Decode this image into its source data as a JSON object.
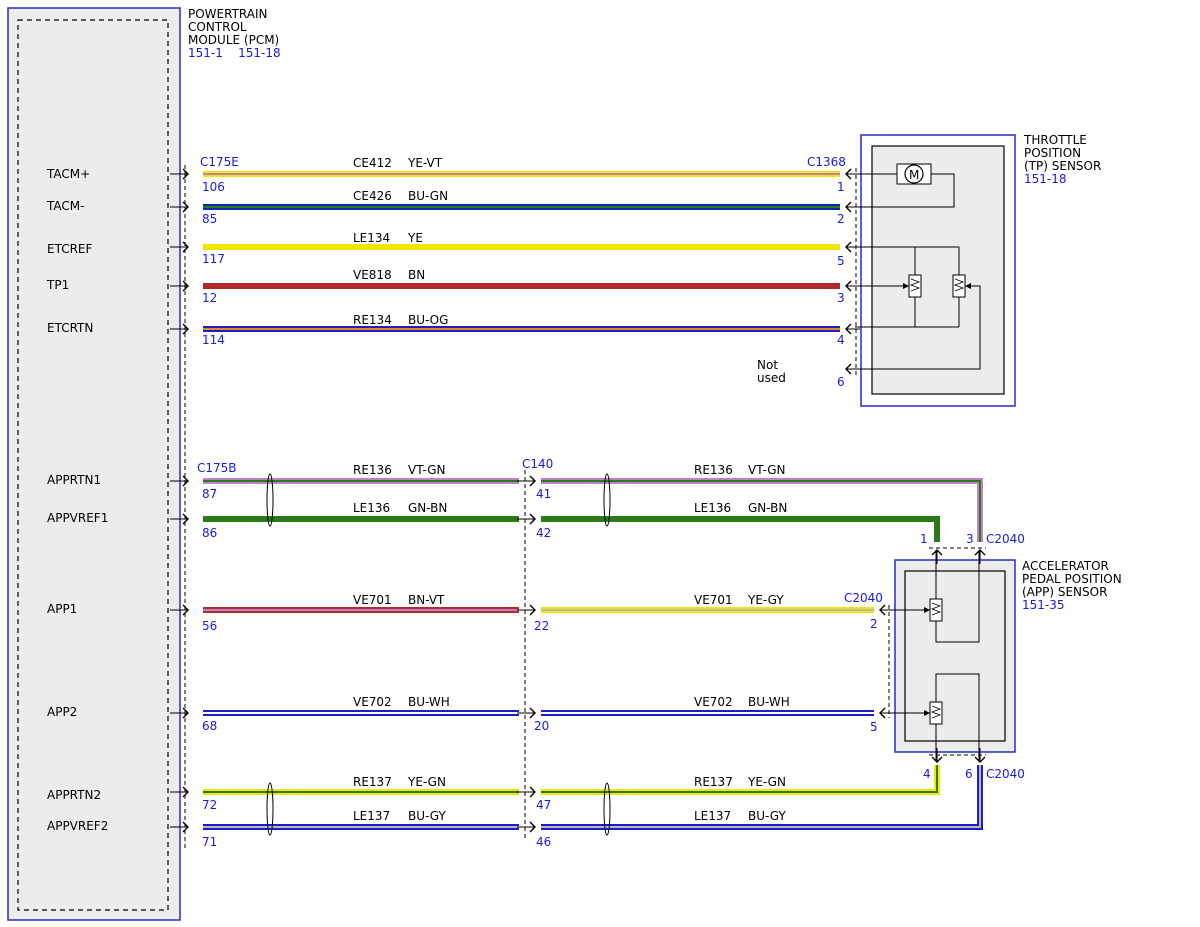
{
  "pcm": {
    "title_lines": [
      "POWERTRAIN",
      "CONTROL",
      "MODULE (PCM)"
    ],
    "ref": "151-1    151-18",
    "pins": {
      "tacm_pos": "TACM+",
      "tacm_neg": "TACM-",
      "etcref": "ETCREF",
      "tp1": "TP1",
      "etcrtn": "ETCRTN",
      "apprtn1": "APPRTN1",
      "appvref1": "APPVREF1",
      "app1": "APP1",
      "app2": "APP2",
      "apprtn2": "APPRTN2",
      "appvref2": "APPVREF2"
    }
  },
  "tp_sensor": {
    "title_lines": [
      "THROTTLE",
      "POSITION",
      "(TP) SENSOR"
    ],
    "ref": "151-18",
    "motor_label": "M",
    "not_used": [
      "Not",
      "used"
    ]
  },
  "app_sensor": {
    "title_lines": [
      "ACCELERATOR",
      "PEDAL POSITION",
      "(APP) SENSOR"
    ],
    "ref": "151-35"
  },
  "connectors": {
    "c175e": "C175E",
    "c1368": "C1368",
    "c175b": "C175B",
    "c140": "C140",
    "c2040_top": "C2040",
    "c2040_mid": "C2040",
    "c2040_bot": "C2040"
  },
  "wires": {
    "w1": {
      "circuit": "CE412",
      "color": "YE-VT",
      "pcm_pin": "106",
      "dev_pin": "1"
    },
    "w2": {
      "circuit": "CE426",
      "color": "BU-GN",
      "pcm_pin": "85",
      "dev_pin": "2"
    },
    "w3": {
      "circuit": "LE134",
      "color": "YE",
      "pcm_pin": "117",
      "dev_pin": "5"
    },
    "w4": {
      "circuit": "VE818",
      "color": "BN",
      "pcm_pin": "12",
      "dev_pin": "3"
    },
    "w5": {
      "circuit": "RE134",
      "color": "BU-OG",
      "pcm_pin": "114",
      "dev_pin": "4"
    },
    "w6": {
      "pin": "6"
    },
    "a1": {
      "circuit_left": "RE136",
      "color_left": "VT-GN",
      "pcm_pin": "87",
      "c140_pin": "41",
      "circuit_right": "RE136",
      "color_right": "VT-GN",
      "dev_pin": "3"
    },
    "a2": {
      "circuit_left": "LE136",
      "color_left": "GN-BN",
      "pcm_pin": "86",
      "c140_pin": "42",
      "circuit_right": "LE136",
      "color_right": "GN-BN",
      "dev_pin": "1"
    },
    "a3": {
      "circuit_left": "VE701",
      "color_left": "BN-VT",
      "pcm_pin": "56",
      "c140_pin": "22",
      "circuit_right": "VE701",
      "color_right": "YE-GY",
      "dev_pin": "2"
    },
    "a4": {
      "circuit_left": "VE702",
      "color_left": "BU-WH",
      "pcm_pin": "68",
      "c140_pin": "20",
      "circuit_right": "VE702",
      "color_right": "BU-WH",
      "dev_pin": "5"
    },
    "a5": {
      "circuit_left": "RE137",
      "color_left": "YE-GN",
      "pcm_pin": "72",
      "c140_pin": "47",
      "circuit_right": "RE137",
      "color_right": "YE-GN",
      "dev_pin": "4"
    },
    "a6": {
      "circuit_left": "LE137",
      "color_left": "BU-GY",
      "pcm_pin": "71",
      "c140_pin": "46",
      "circuit_right": "LE137",
      "color_right": "BU-GY",
      "dev_pin": "6"
    }
  },
  "colors": {
    "yellow": "#f2e600",
    "blue": "#1c1cc8",
    "blue_dark": "#0a2bb0",
    "brown": "#b02a2a",
    "violet": "#c080c8",
    "green": "#2a7a18",
    "gray": "#b8b8b8",
    "white": "#ffffff",
    "label_blue": "#1a1adc",
    "module_fill": "#ececec",
    "outline_blue": "#2a2ad0"
  }
}
